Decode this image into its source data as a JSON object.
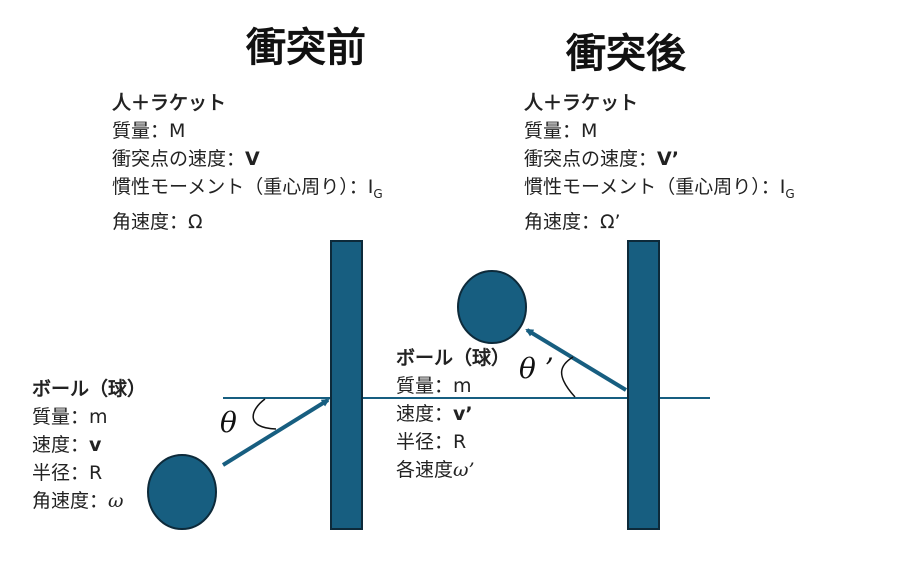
{
  "titles": {
    "before": "衝突前",
    "after": "衝突後"
  },
  "racket_before": {
    "heading": "人＋ラケット",
    "mass_label": "質量：",
    "mass": "M",
    "vel_label": "衝突点の速度：",
    "vel": "V",
    "inertia_label": "慣性モーメント（重心周り）：I",
    "inertia_sub": "G",
    "omega_label": "角速度：",
    "omega": "Ω"
  },
  "racket_after": {
    "heading": "人＋ラケット",
    "mass_label": "質量：",
    "mass": "M",
    "vel_label": "衝突点の速度：",
    "vel": "V’",
    "inertia_label": "慣性モーメント（重心周り）：I",
    "inertia_sub": "G",
    "omega_label": "角速度：",
    "omega": "Ω’"
  },
  "ball_before": {
    "heading": "ボール（球）",
    "mass_label": "質量：",
    "mass": "m",
    "vel_label": "速度：",
    "vel": "v",
    "radius_label": "半径：",
    "radius": "R",
    "omega_label": "角速度：",
    "omega": "ω"
  },
  "ball_after": {
    "heading": "ボール（球）",
    "mass_label": "質量：",
    "mass": "m",
    "vel_label": "速度：",
    "vel": "v’",
    "radius_label": "半径：",
    "radius": "R",
    "omega_label": "各速度",
    "omega": "ω’"
  },
  "angles": {
    "before": "θ",
    "after": "θ ’"
  },
  "colors": {
    "fill": "#175e80",
    "stroke": "#0d2a3a"
  }
}
